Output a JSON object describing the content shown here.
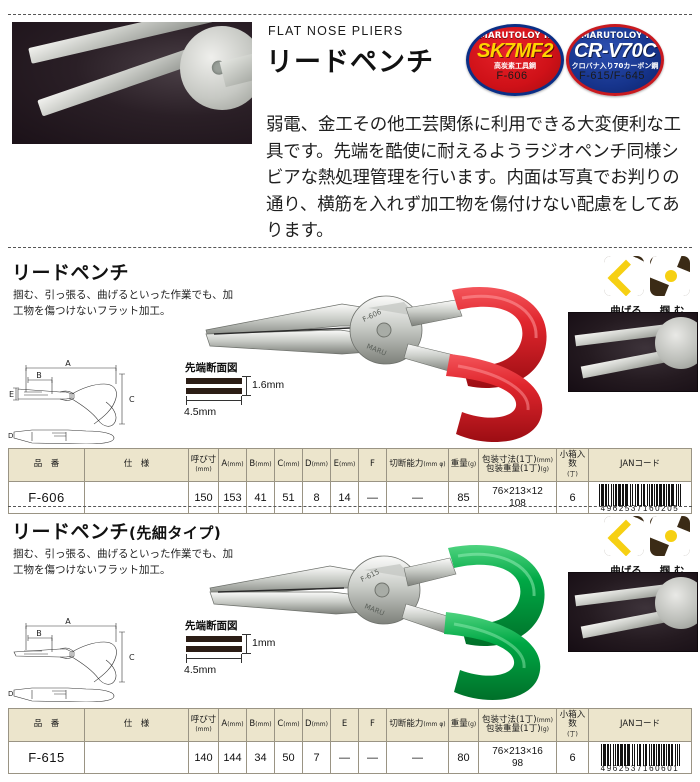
{
  "header": {
    "english_title": "FLAT NOSE  PLIERS",
    "japanese_title": "リードペンチ",
    "lead_text": "弱電、金工その他工芸関係に利用できる大変便利な工具です。先端を酷使に耐えるようラジオペンチ同様シビアな熱処理管理を行います。内面は写真でお判りの通り、横筋を入れず加工物を傷付けない配慮をしてあります。",
    "badges": [
      {
        "brand": "MARUTOLOY II",
        "grade": "SK7MF2",
        "material": "高炭素工具鋼",
        "code": "F-606",
        "bg_color": "#cf1118",
        "ring_color": "#0b2f86",
        "text_color": "#ffd400"
      },
      {
        "brand": "MARUTOLOY I",
        "grade": "CR-V70C",
        "material": "クロバナ入り70カーボン鋼",
        "code": "F-615/F-645",
        "bg_color": "#16348c",
        "ring_color": "#c81a20",
        "text_color": "#ffffff"
      }
    ]
  },
  "sections": [
    {
      "title": "リードペンチ",
      "title_suffix": "",
      "description": "掴む、引っ張る、曲げるといった作業でも、加工物を傷つけないフラット加工。",
      "handle_color": "#d81f26",
      "use_icons": [
        {
          "icon": "bend-icon",
          "label": "曲げる"
        },
        {
          "icon": "grip-icon",
          "label": "掴 む"
        }
      ],
      "drawing": {
        "dimension_labels": [
          "A",
          "B",
          "C",
          "D",
          "E"
        ],
        "cross_section_title": "先端断面図",
        "thickness": "1.6mm",
        "width": "4.5mm"
      },
      "table": {
        "headers": [
          {
            "label": "品　番",
            "unit": ""
          },
          {
            "label": "仕　様",
            "unit": ""
          },
          {
            "label": "呼び寸",
            "unit": "(mm)"
          },
          {
            "label": "A",
            "unit": "(mm)"
          },
          {
            "label": "B",
            "unit": "(mm)"
          },
          {
            "label": "C",
            "unit": "(mm)"
          },
          {
            "label": "D",
            "unit": "(mm)"
          },
          {
            "label": "E",
            "unit": "(mm)"
          },
          {
            "label": "F",
            "unit": ""
          },
          {
            "label": "切断能力",
            "unit": "(mm φ)"
          },
          {
            "label": "重量",
            "unit": "(g)"
          },
          {
            "label": "包装寸法(1丁)",
            "unit": "(mm)",
            "label2": "包装重量(1丁)",
            "unit2": "(g)"
          },
          {
            "label": "小箱入数",
            "unit": "(丁)"
          },
          {
            "label": "JANコード",
            "unit": ""
          }
        ],
        "rows": [
          {
            "model": "F-606",
            "spec": "",
            "nominal": "150",
            "a": "153",
            "b": "41",
            "c": "51",
            "d": "8",
            "e": "14",
            "f": "—",
            "cutting": "—",
            "weight": "85",
            "pack_size": "76×213×12",
            "pack_weight": "108",
            "box_qty": "6",
            "jan": "4962537160205"
          }
        ]
      }
    },
    {
      "title": "リードペンチ",
      "title_suffix": "(先細タイプ)",
      "description": "掴む、引っ張る、曲げるといった作業でも、加工物を傷つけないフラット加工。",
      "handle_color": "#00a040",
      "use_icons": [
        {
          "icon": "bend-icon",
          "label": "曲げる"
        },
        {
          "icon": "grip-icon",
          "label": "掴 む"
        }
      ],
      "drawing": {
        "dimension_labels": [
          "A",
          "B",
          "C",
          "D"
        ],
        "cross_section_title": "先端断面図",
        "thickness": "1mm",
        "width": "4.5mm"
      },
      "table": {
        "headers": [
          {
            "label": "品　番",
            "unit": ""
          },
          {
            "label": "仕　様",
            "unit": ""
          },
          {
            "label": "呼び寸",
            "unit": "(mm)"
          },
          {
            "label": "A",
            "unit": "(mm)"
          },
          {
            "label": "B",
            "unit": "(mm)"
          },
          {
            "label": "C",
            "unit": "(mm)"
          },
          {
            "label": "D",
            "unit": "(mm)"
          },
          {
            "label": "E",
            "unit": ""
          },
          {
            "label": "F",
            "unit": ""
          },
          {
            "label": "切断能力",
            "unit": "(mm φ)"
          },
          {
            "label": "重量",
            "unit": "(g)"
          },
          {
            "label": "包装寸法(1丁)",
            "unit": "(mm)",
            "label2": "包装重量(1丁)",
            "unit2": "(g)"
          },
          {
            "label": "小箱入数",
            "unit": "(丁)"
          },
          {
            "label": "JANコード",
            "unit": ""
          }
        ],
        "rows": [
          {
            "model": "F-615",
            "spec": "",
            "nominal": "140",
            "a": "144",
            "b": "34",
            "c": "50",
            "d": "7",
            "e": "—",
            "f": "—",
            "cutting": "—",
            "weight": "80",
            "pack_size": "76×213×16",
            "pack_weight": "98",
            "box_qty": "6",
            "jan": "4962537160601"
          }
        ]
      }
    }
  ]
}
